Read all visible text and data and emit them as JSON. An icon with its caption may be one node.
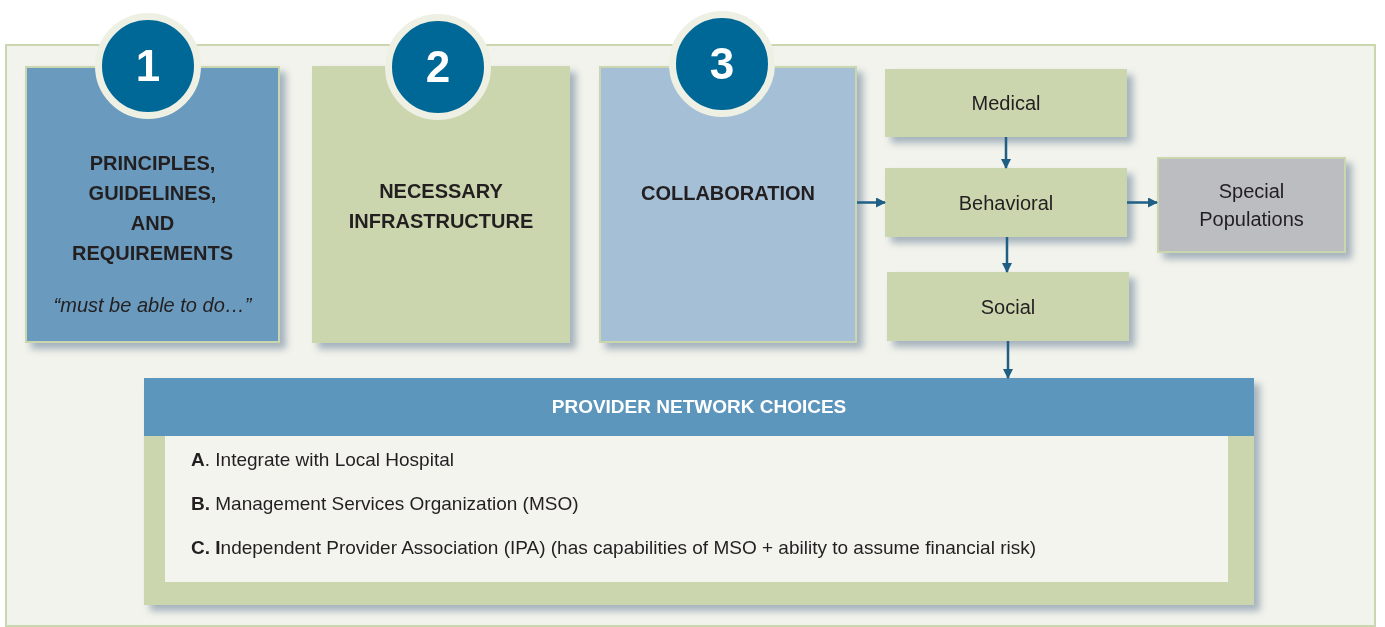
{
  "diagram": {
    "nodes": [
      {
        "text": [
          "1"
        ]
      },
      {
        "text": [
          "PRINCIPLES, GUIDELINES, AND REQUIREMENTS",
          "“must be able to do…”"
        ]
      },
      {
        "text": [
          "2"
        ]
      },
      {
        "text": [
          "NECESSARY INFRASTRUCTURE"
        ]
      },
      {
        "text": [
          "3"
        ]
      },
      {
        "text": [
          "COLLABORATION"
        ]
      },
      {
        "text": [
          "Medical"
        ]
      },
      {
        "text": [
          "Behavioral"
        ]
      },
      {
        "text": [
          "Special Populations"
        ]
      },
      {
        "text": [
          "Social"
        ]
      },
      {
        "text": [
          "PROVIDER NETWORK CHOICES",
          "**A**. Integrate with Local Hospital",
          "**B.** Management Services Organization (MSO)",
          "**C. I**ndependent Provider Association (IPA) (has capabilities of MSO + ability to assume financial risk)"
        ]
      }
    ],
    "edges": [
      {
        "from": 5,
        "to": 7,
        "arrow": "to"
      },
      {
        "from": 6,
        "to": 7,
        "arrow": "to"
      },
      {
        "from": 7,
        "to": 8,
        "arrow": "to"
      },
      {
        "from": 7,
        "to": 9,
        "arrow": "to"
      },
      {
        "from": 9,
        "to": 10,
        "arrow": "to"
      }
    ]
  }
}
